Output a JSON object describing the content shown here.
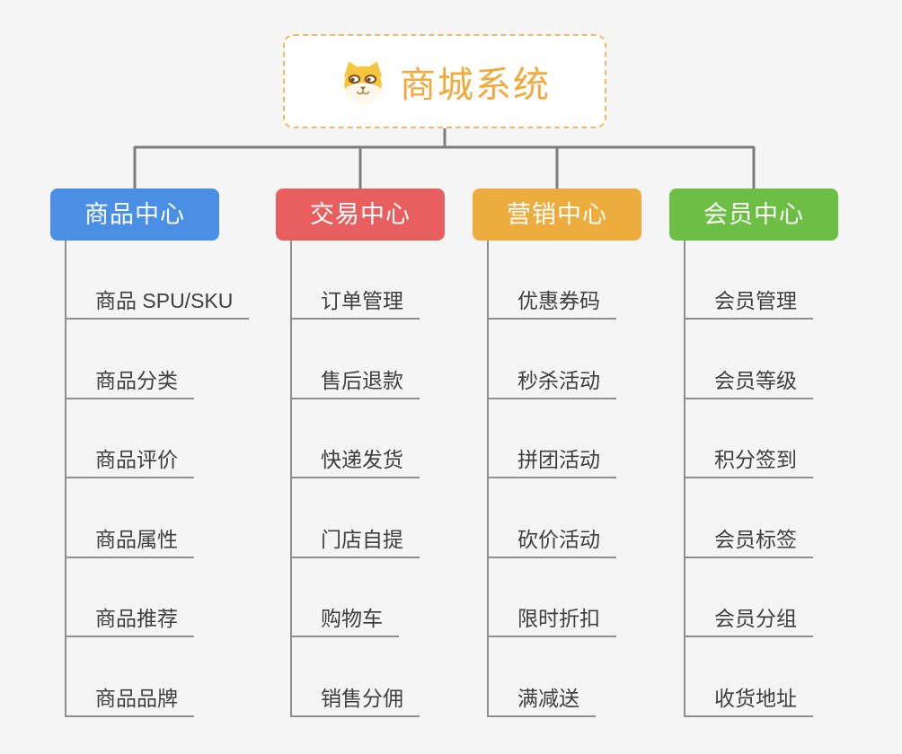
{
  "page": {
    "background_color": "#f5f5f5",
    "connector_color": "#7d7d7d"
  },
  "root": {
    "title": "商城系统",
    "icon": "dog-face-icon",
    "text_color": "#f2a93b",
    "border_color": "#f3b95f"
  },
  "branches": [
    {
      "label": "商品中心",
      "color": "#4a8fe4",
      "items": [
        "商品 SPU/SKU",
        "商品分类",
        "商品评价",
        "商品属性",
        "商品推荐",
        "商品品牌"
      ]
    },
    {
      "label": "交易中心",
      "color": "#e85f5f",
      "items": [
        "订单管理",
        "售后退款",
        "快递发货",
        "门店自提",
        "购物车",
        "销售分佣"
      ]
    },
    {
      "label": "营销中心",
      "color": "#edad3e",
      "items": [
        "优惠券码",
        "秒杀活动",
        "拼团活动",
        "砍价活动",
        "限时折扣",
        "满减送"
      ]
    },
    {
      "label": "会员中心",
      "color": "#6cbe44",
      "items": [
        "会员管理",
        "会员等级",
        "积分签到",
        "会员标签",
        "会员分组",
        "收货地址"
      ]
    }
  ]
}
